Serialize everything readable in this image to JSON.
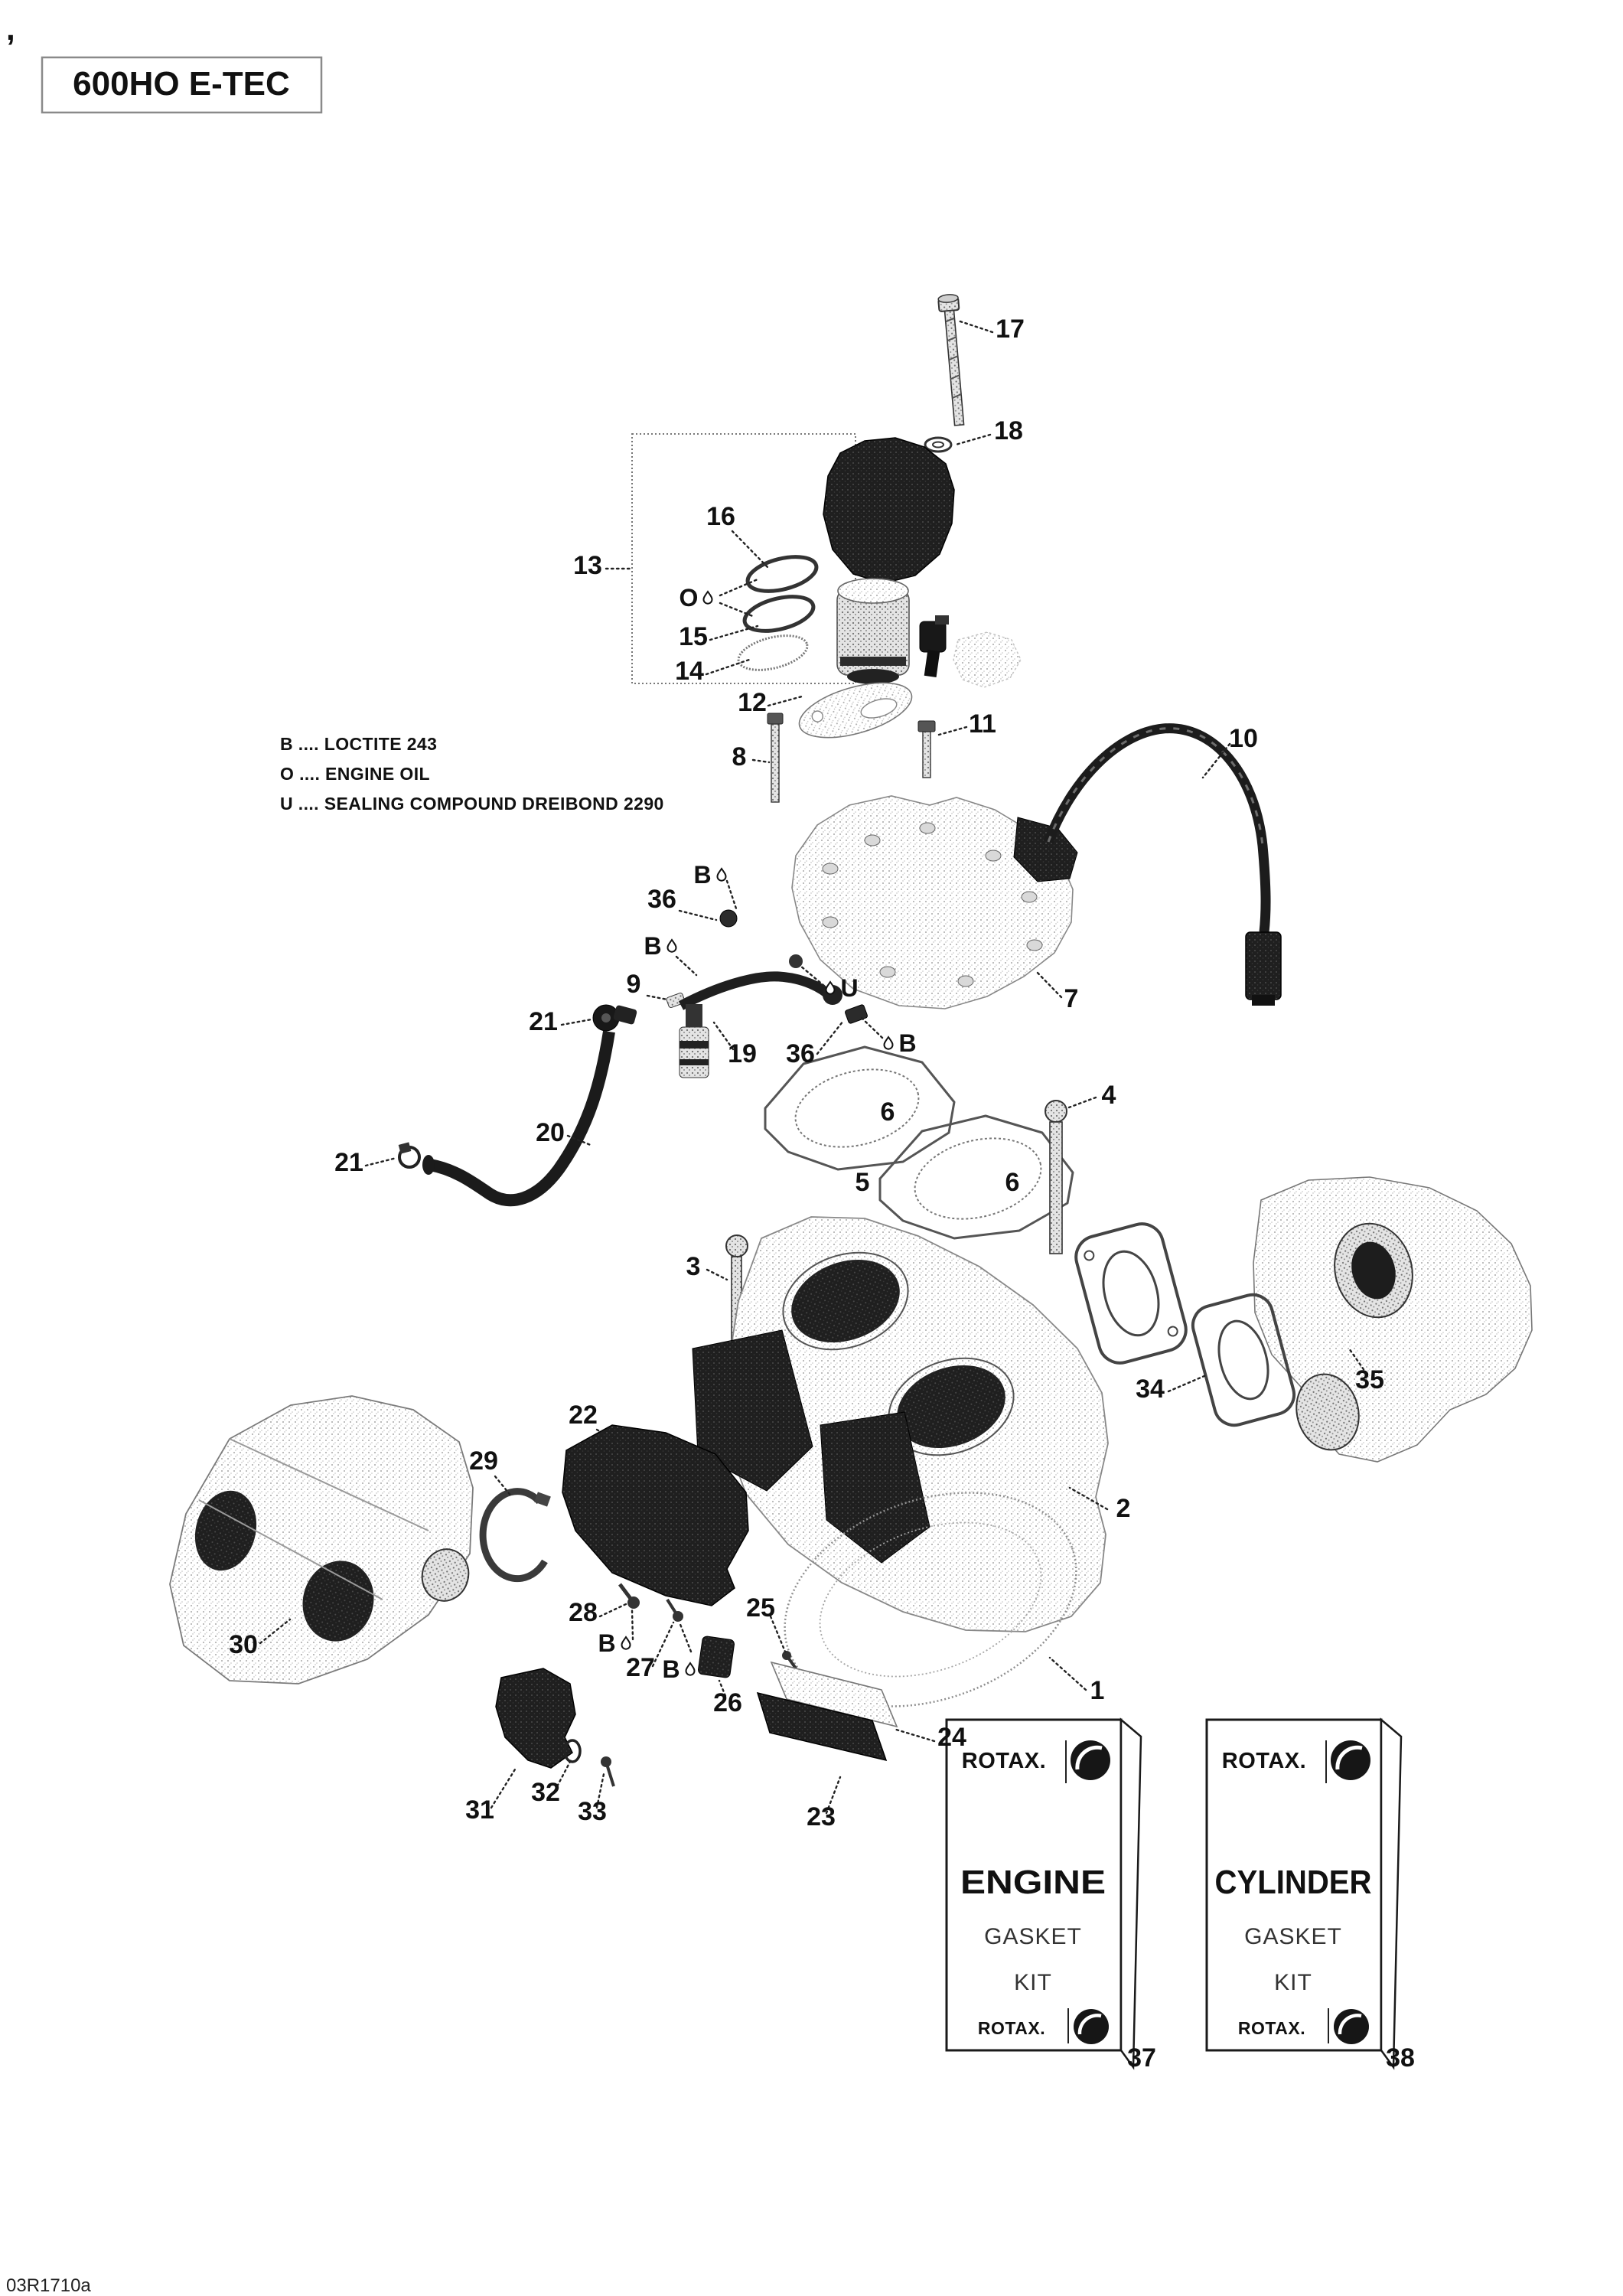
{
  "page": {
    "corner_mark": ",",
    "doc_code": "03R1710a"
  },
  "title": {
    "label": "600HO E-TEC"
  },
  "legend": {
    "line1": "B .... LOCTITE 243",
    "line2": "O .... ENGINE OIL",
    "line3": "U .... SEALING COMPOUND DREIBOND 2290"
  },
  "callouts": {
    "c1": "1",
    "c2": "2",
    "c3": "3",
    "c4": "4",
    "c5": "5",
    "c6a": "6",
    "c6b": "6",
    "c7": "7",
    "c8": "8",
    "c9": "9",
    "c10": "10",
    "c11": "11",
    "c12": "12",
    "c13": "13",
    "c14": "14",
    "c15": "15",
    "c16": "16",
    "c17": "17",
    "c18": "18",
    "c19": "19",
    "c20": "20",
    "c21a": "21",
    "c21b": "21",
    "c22": "22",
    "c23": "23",
    "c24": "24",
    "c25": "25",
    "c26": "26",
    "c27": "27",
    "c28": "28",
    "c29": "29",
    "c30": "30",
    "c31": "31",
    "c32": "32",
    "c33": "33",
    "c34": "34",
    "c35": "35",
    "c36a": "36",
    "c36b": "36",
    "c37": "37",
    "c38": "38",
    "b1": "B",
    "b2": "B",
    "b3": "B",
    "b4": "B",
    "b5": "B",
    "o1": "O",
    "u1": "U"
  },
  "gasket_kits": {
    "engine": {
      "brand_top": "ROTAX.",
      "title": "ENGINE",
      "sub1": "GASKET",
      "sub2": "KIT",
      "brand_bottom": "ROTAX."
    },
    "cylinder": {
      "brand_top": "ROTAX.",
      "title": "CYLINDER",
      "sub1": "GASKET",
      "sub2": "KIT",
      "brand_bottom": "ROTAX."
    }
  }
}
